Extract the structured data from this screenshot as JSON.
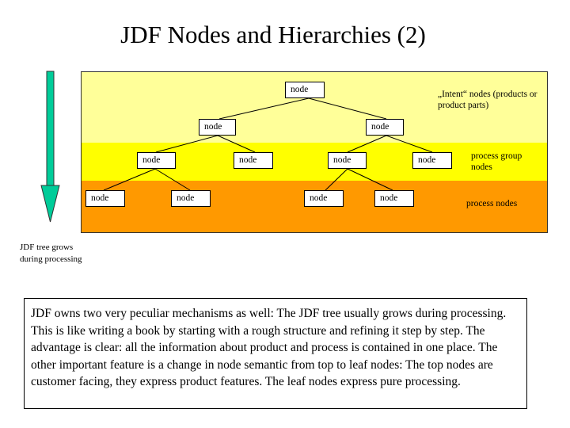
{
  "title": "JDF Nodes and Hierarchies (2)",
  "bands": {
    "intent_label": "„Intent“ nodes (products or product parts)",
    "group_label": "process group nodes",
    "process_label": "process nodes"
  },
  "colors": {
    "intent_band": "#ffff99",
    "group_band": "#ffff00",
    "process_band": "#ff9900",
    "arrow": "#00cc99"
  },
  "node_label": "node",
  "side_caption": "JDF tree grows during processing",
  "description": "JDF owns two very peculiar mechanisms as well: The JDF tree usually grows during processing. This is like writing a book by starting with a rough structure and refining it step by step. The advantage is clear: all the information about product and process is contained in one place. The other important feature is a change in node semantic from top to leaf nodes: The top nodes are customer facing, they express product features. The leaf nodes express pure processing."
}
